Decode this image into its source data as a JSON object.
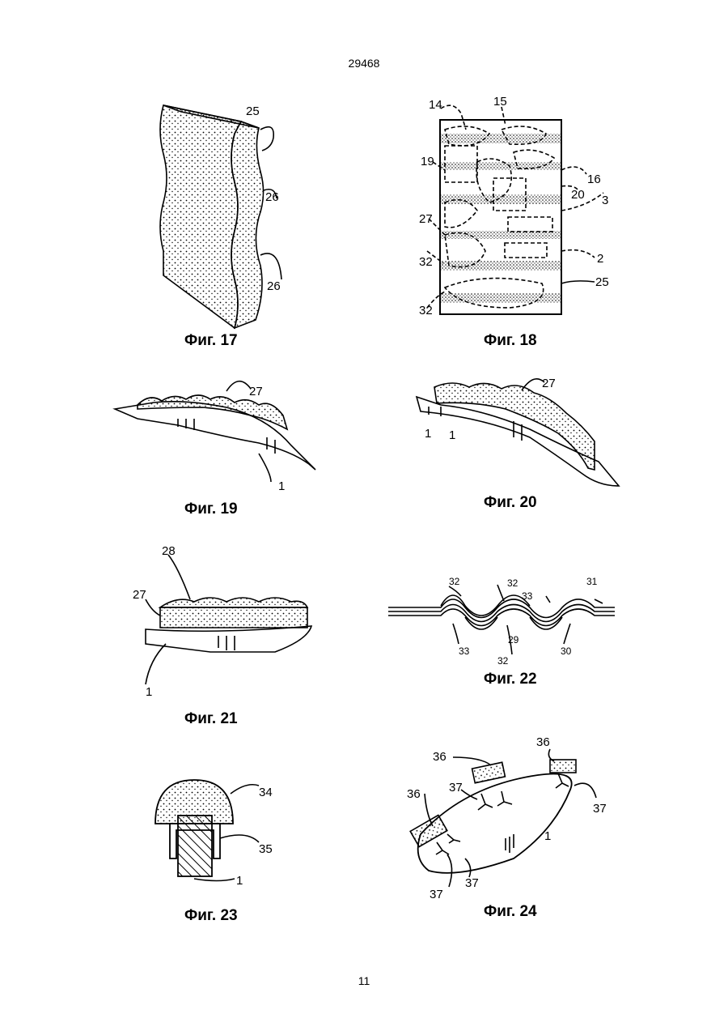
{
  "header": {
    "doc_number": "29468"
  },
  "footer": {
    "page_number": "11"
  },
  "figures": [
    {
      "id": "fig17",
      "caption": "Фиг. 17",
      "labels": [
        "25",
        "26",
        "26"
      ]
    },
    {
      "id": "fig18",
      "caption": "Фиг. 18",
      "labels": [
        "14",
        "15",
        "19",
        "16",
        "20",
        "3",
        "27",
        "32",
        "2",
        "25",
        "32"
      ]
    },
    {
      "id": "fig19",
      "caption": "Фиг. 19",
      "labels": [
        "27",
        "1"
      ]
    },
    {
      "id": "fig20",
      "caption": "Фиг. 20",
      "labels": [
        "27",
        "1",
        "1"
      ]
    },
    {
      "id": "fig21",
      "caption": "Фиг. 21",
      "labels": [
        "28",
        "27",
        "1"
      ]
    },
    {
      "id": "fig22",
      "caption": "Фиг. 22",
      "labels": [
        "32",
        "32",
        "31",
        "33",
        "33",
        "29",
        "32",
        "30"
      ]
    },
    {
      "id": "fig23",
      "caption": "Фиг. 23",
      "labels": [
        "34",
        "35",
        "1"
      ]
    },
    {
      "id": "fig24",
      "caption": "Фиг. 24",
      "labels": [
        "36",
        "36",
        "36",
        "37",
        "37",
        "1",
        "37",
        "37"
      ]
    }
  ]
}
